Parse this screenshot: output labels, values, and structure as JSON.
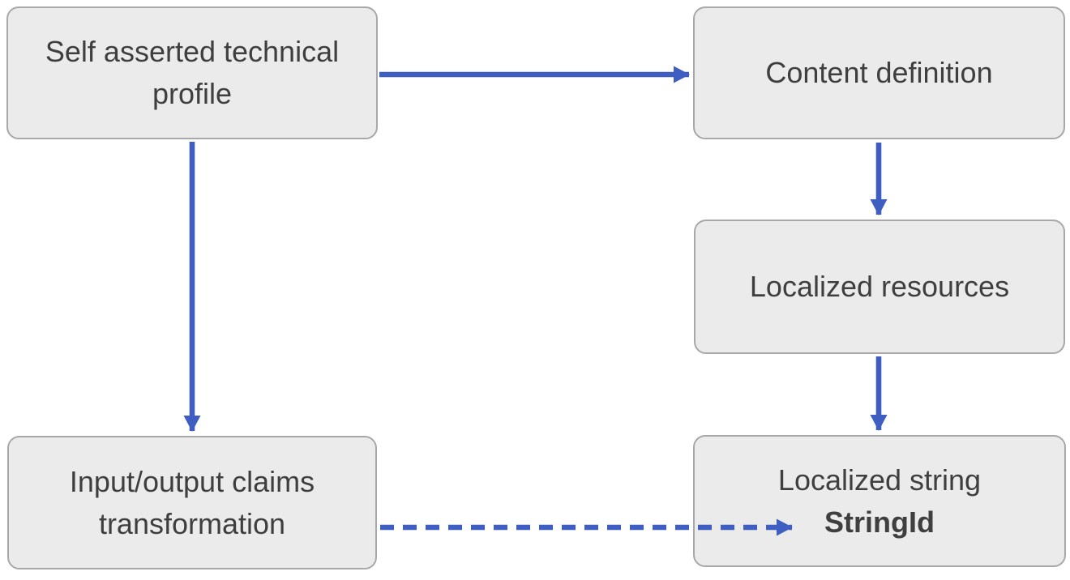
{
  "diagram": {
    "type": "flowchart",
    "background": "#ffffff",
    "colors": {
      "node_fill": "#ebebeb",
      "node_border": "#a8a8a8",
      "node_text": "#3f3f3f",
      "arrow": "#3e5ec1"
    },
    "nodes": [
      {
        "id": "self-asserted-technical-profile",
        "label": "Self asserted technical profile"
      },
      {
        "id": "content-definition",
        "label": "Content definition"
      },
      {
        "id": "localized-resources",
        "label": "Localized resources"
      },
      {
        "id": "input-output-claims-transformation",
        "label": "Input/output claims transformation"
      },
      {
        "id": "localized-string",
        "label": "Localized string",
        "sublabel": "StringId",
        "sublabel_style": "bold"
      }
    ],
    "edges": [
      {
        "from": "self-asserted-technical-profile",
        "to": "content-definition",
        "style": "solid",
        "direction": "right"
      },
      {
        "from": "self-asserted-technical-profile",
        "to": "input-output-claims-transformation",
        "style": "solid",
        "direction": "down"
      },
      {
        "from": "content-definition",
        "to": "localized-resources",
        "style": "solid",
        "direction": "down"
      },
      {
        "from": "localized-resources",
        "to": "localized-string",
        "style": "solid",
        "direction": "down"
      },
      {
        "from": "input-output-claims-transformation",
        "to": "localized-string",
        "style": "dashed",
        "direction": "right",
        "points_to": "StringId"
      }
    ]
  }
}
